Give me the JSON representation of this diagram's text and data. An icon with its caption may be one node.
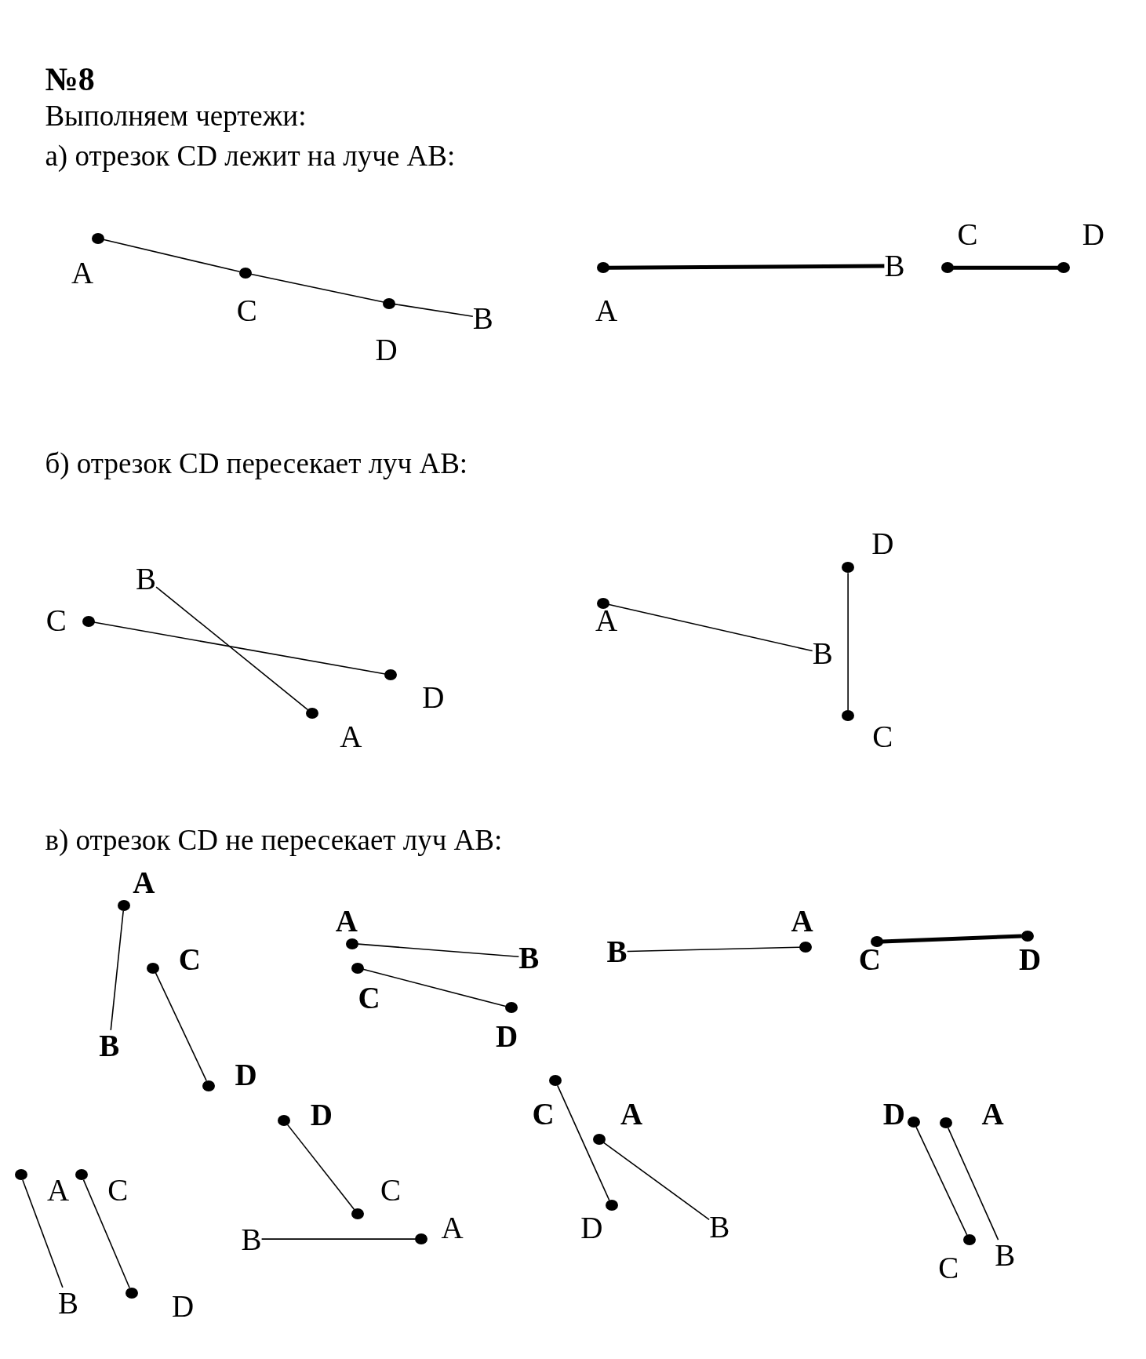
{
  "diagram": {
    "title": "№8",
    "labels": [
      "Выполняем чертежи:",
      "а) отрезок CD лежит на луче AB:",
      "б) отрезок CD пересекает луч AB:",
      "в) отрезок CD не пересекает луч AB:"
    ],
    "nodes": [
      {
        "text": [],
        "shape": "circle",
        "beside": [
          "A"
        ]
      },
      {
        "text": [],
        "shape": "circle",
        "beside": [
          "C"
        ]
      },
      {
        "text": [],
        "shape": "circle",
        "beside": [
          "D"
        ]
      },
      {
        "text": [
          "B"
        ]
      },
      {
        "text": [],
        "shape": "circle",
        "beside": [
          "A"
        ]
      },
      {
        "text": [
          "B"
        ]
      },
      {
        "text": [],
        "shape": "circle",
        "beside": [
          "C"
        ]
      },
      {
        "text": [],
        "shape": "circle",
        "beside": [
          "D"
        ]
      },
      {
        "text": [],
        "shape": "circle",
        "beside": [
          "C"
        ]
      },
      {
        "text": [],
        "shape": "circle",
        "beside": [
          "D"
        ]
      },
      {
        "text": [
          "B"
        ]
      },
      {
        "text": [],
        "shape": "circle",
        "beside": [
          "A"
        ]
      },
      {
        "text": [],
        "shape": "circle",
        "beside": [
          "A"
        ]
      },
      {
        "text": [
          "B"
        ]
      },
      {
        "text": [],
        "shape": "circle",
        "beside": [
          "D"
        ]
      },
      {
        "text": [],
        "shape": "circle",
        "beside": [
          "C"
        ]
      },
      {
        "text": [],
        "shape": "circle",
        "beside": [
          "A"
        ]
      },
      {
        "text": [
          "B"
        ]
      },
      {
        "text": [],
        "shape": "circle",
        "beside": [
          "C"
        ]
      },
      {
        "text": [],
        "shape": "circle",
        "beside": [
          "D"
        ]
      },
      {
        "text": [],
        "shape": "circle",
        "beside": [
          "A"
        ]
      },
      {
        "text": [
          "B"
        ]
      },
      {
        "text": [],
        "shape": "circle",
        "beside": [
          "C"
        ]
      },
      {
        "text": [],
        "shape": "circle",
        "beside": [
          "D"
        ]
      },
      {
        "text": [
          "B"
        ]
      },
      {
        "text": [],
        "shape": "circle",
        "beside": [
          "A"
        ]
      },
      {
        "text": [],
        "shape": "circle",
        "beside": [
          "C"
        ]
      },
      {
        "text": [],
        "shape": "circle",
        "beside": [
          "D"
        ]
      },
      {
        "text": [],
        "shape": "circle",
        "beside": [
          "A"
        ]
      },
      {
        "text": [
          "B"
        ]
      },
      {
        "text": [],
        "shape": "circle",
        "beside": [
          "C"
        ]
      },
      {
        "text": [],
        "shape": "circle",
        "beside": [
          "D"
        ]
      },
      {
        "text": [],
        "shape": "circle",
        "beside": [
          "D"
        ]
      },
      {
        "text": [],
        "shape": "circle",
        "beside": [
          "C"
        ]
      },
      {
        "text": [
          "B"
        ]
      },
      {
        "text": [],
        "shape": "circle",
        "beside": [
          "A"
        ]
      },
      {
        "text": [],
        "shape": "circle",
        "beside": [
          "C"
        ]
      },
      {
        "text": [],
        "shape": "circle",
        "beside": [
          "D"
        ]
      },
      {
        "text": [],
        "shape": "circle",
        "beside": [
          "A"
        ]
      },
      {
        "text": [
          "B"
        ]
      },
      {
        "text": [],
        "shape": "circle",
        "beside": [
          "D"
        ]
      },
      {
        "text": [],
        "shape": "circle",
        "beside": [
          "C"
        ]
      },
      {
        "text": [],
        "shape": "circle",
        "beside": [
          "A"
        ]
      },
      {
        "text": [
          "B"
        ]
      }
    ],
    "edges": [
      {
        "from": 0,
        "to": 1,
        "arrow": "none"
      },
      {
        "from": 1,
        "to": 2,
        "arrow": "none"
      },
      {
        "from": 2,
        "to": 3,
        "arrow": "none"
      },
      {
        "from": 4,
        "to": 5,
        "arrow": "none",
        "style": "thick"
      },
      {
        "from": 6,
        "to": 7,
        "arrow": "none",
        "style": "thick"
      },
      {
        "from": 8,
        "to": 9,
        "arrow": "none"
      },
      {
        "from": 11,
        "to": 10,
        "arrow": "none"
      },
      {
        "from": 12,
        "to": 13,
        "arrow": "none"
      },
      {
        "from": 14,
        "to": 15,
        "arrow": "none"
      },
      {
        "from": 16,
        "to": 17,
        "arrow": "none"
      },
      {
        "from": 18,
        "to": 19,
        "arrow": "none"
      },
      {
        "from": 20,
        "to": 21,
        "arrow": "none"
      },
      {
        "from": 22,
        "to": 23,
        "arrow": "none"
      },
      {
        "from": 25,
        "to": 24,
        "arrow": "none"
      },
      {
        "from": 26,
        "to": 27,
        "arrow": "none",
        "style": "thick"
      },
      {
        "from": 28,
        "to": 29,
        "arrow": "none"
      },
      {
        "from": 30,
        "to": 31,
        "arrow": "none"
      },
      {
        "from": 32,
        "to": 33,
        "arrow": "none"
      },
      {
        "from": 35,
        "to": 34,
        "arrow": "none"
      },
      {
        "from": 36,
        "to": 37,
        "arrow": "none"
      },
      {
        "from": 38,
        "to": 39,
        "arrow": "none"
      },
      {
        "from": 40,
        "to": 41,
        "arrow": "none"
      },
      {
        "from": 42,
        "to": 43,
        "arrow": "none"
      }
    ]
  }
}
